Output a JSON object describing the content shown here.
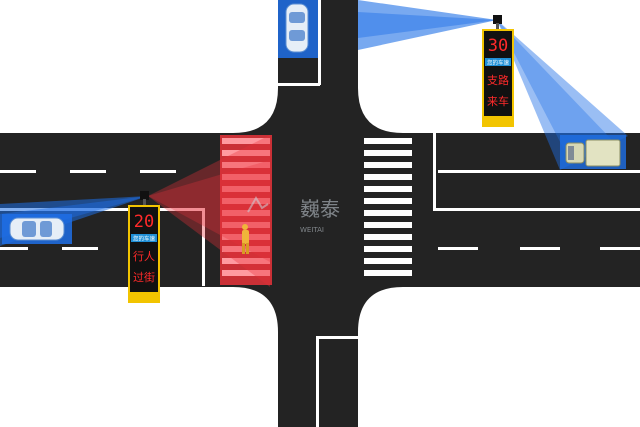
{
  "colors": {
    "road": "#232323",
    "marking": "#ffffff",
    "crosswalk_alert": "#e8323a",
    "radar_beam": "#1e6fe6",
    "sign_housing": "#111111",
    "sign_pole": "#f2c400",
    "sign_text": "#ff2a2a",
    "sign_header": "#1f8fd6",
    "watermark": "#c9d3db"
  },
  "sign_left": {
    "speed": "20",
    "header": "您的车速",
    "message_line1": "行人",
    "message_line2": "过街"
  },
  "sign_right": {
    "speed": "30",
    "header": "您的车速",
    "message_line1": "支路",
    "message_line2": "来车"
  },
  "watermark": {
    "brand": "巍泰",
    "sub": "WEITAI"
  },
  "icons": {
    "vehicle_west": "car-icon",
    "vehicle_north": "car-icon",
    "vehicle_east": "truck-icon",
    "pedestrian": "pedestrian-icon",
    "radar_sensor": "radar-sensor-icon"
  }
}
